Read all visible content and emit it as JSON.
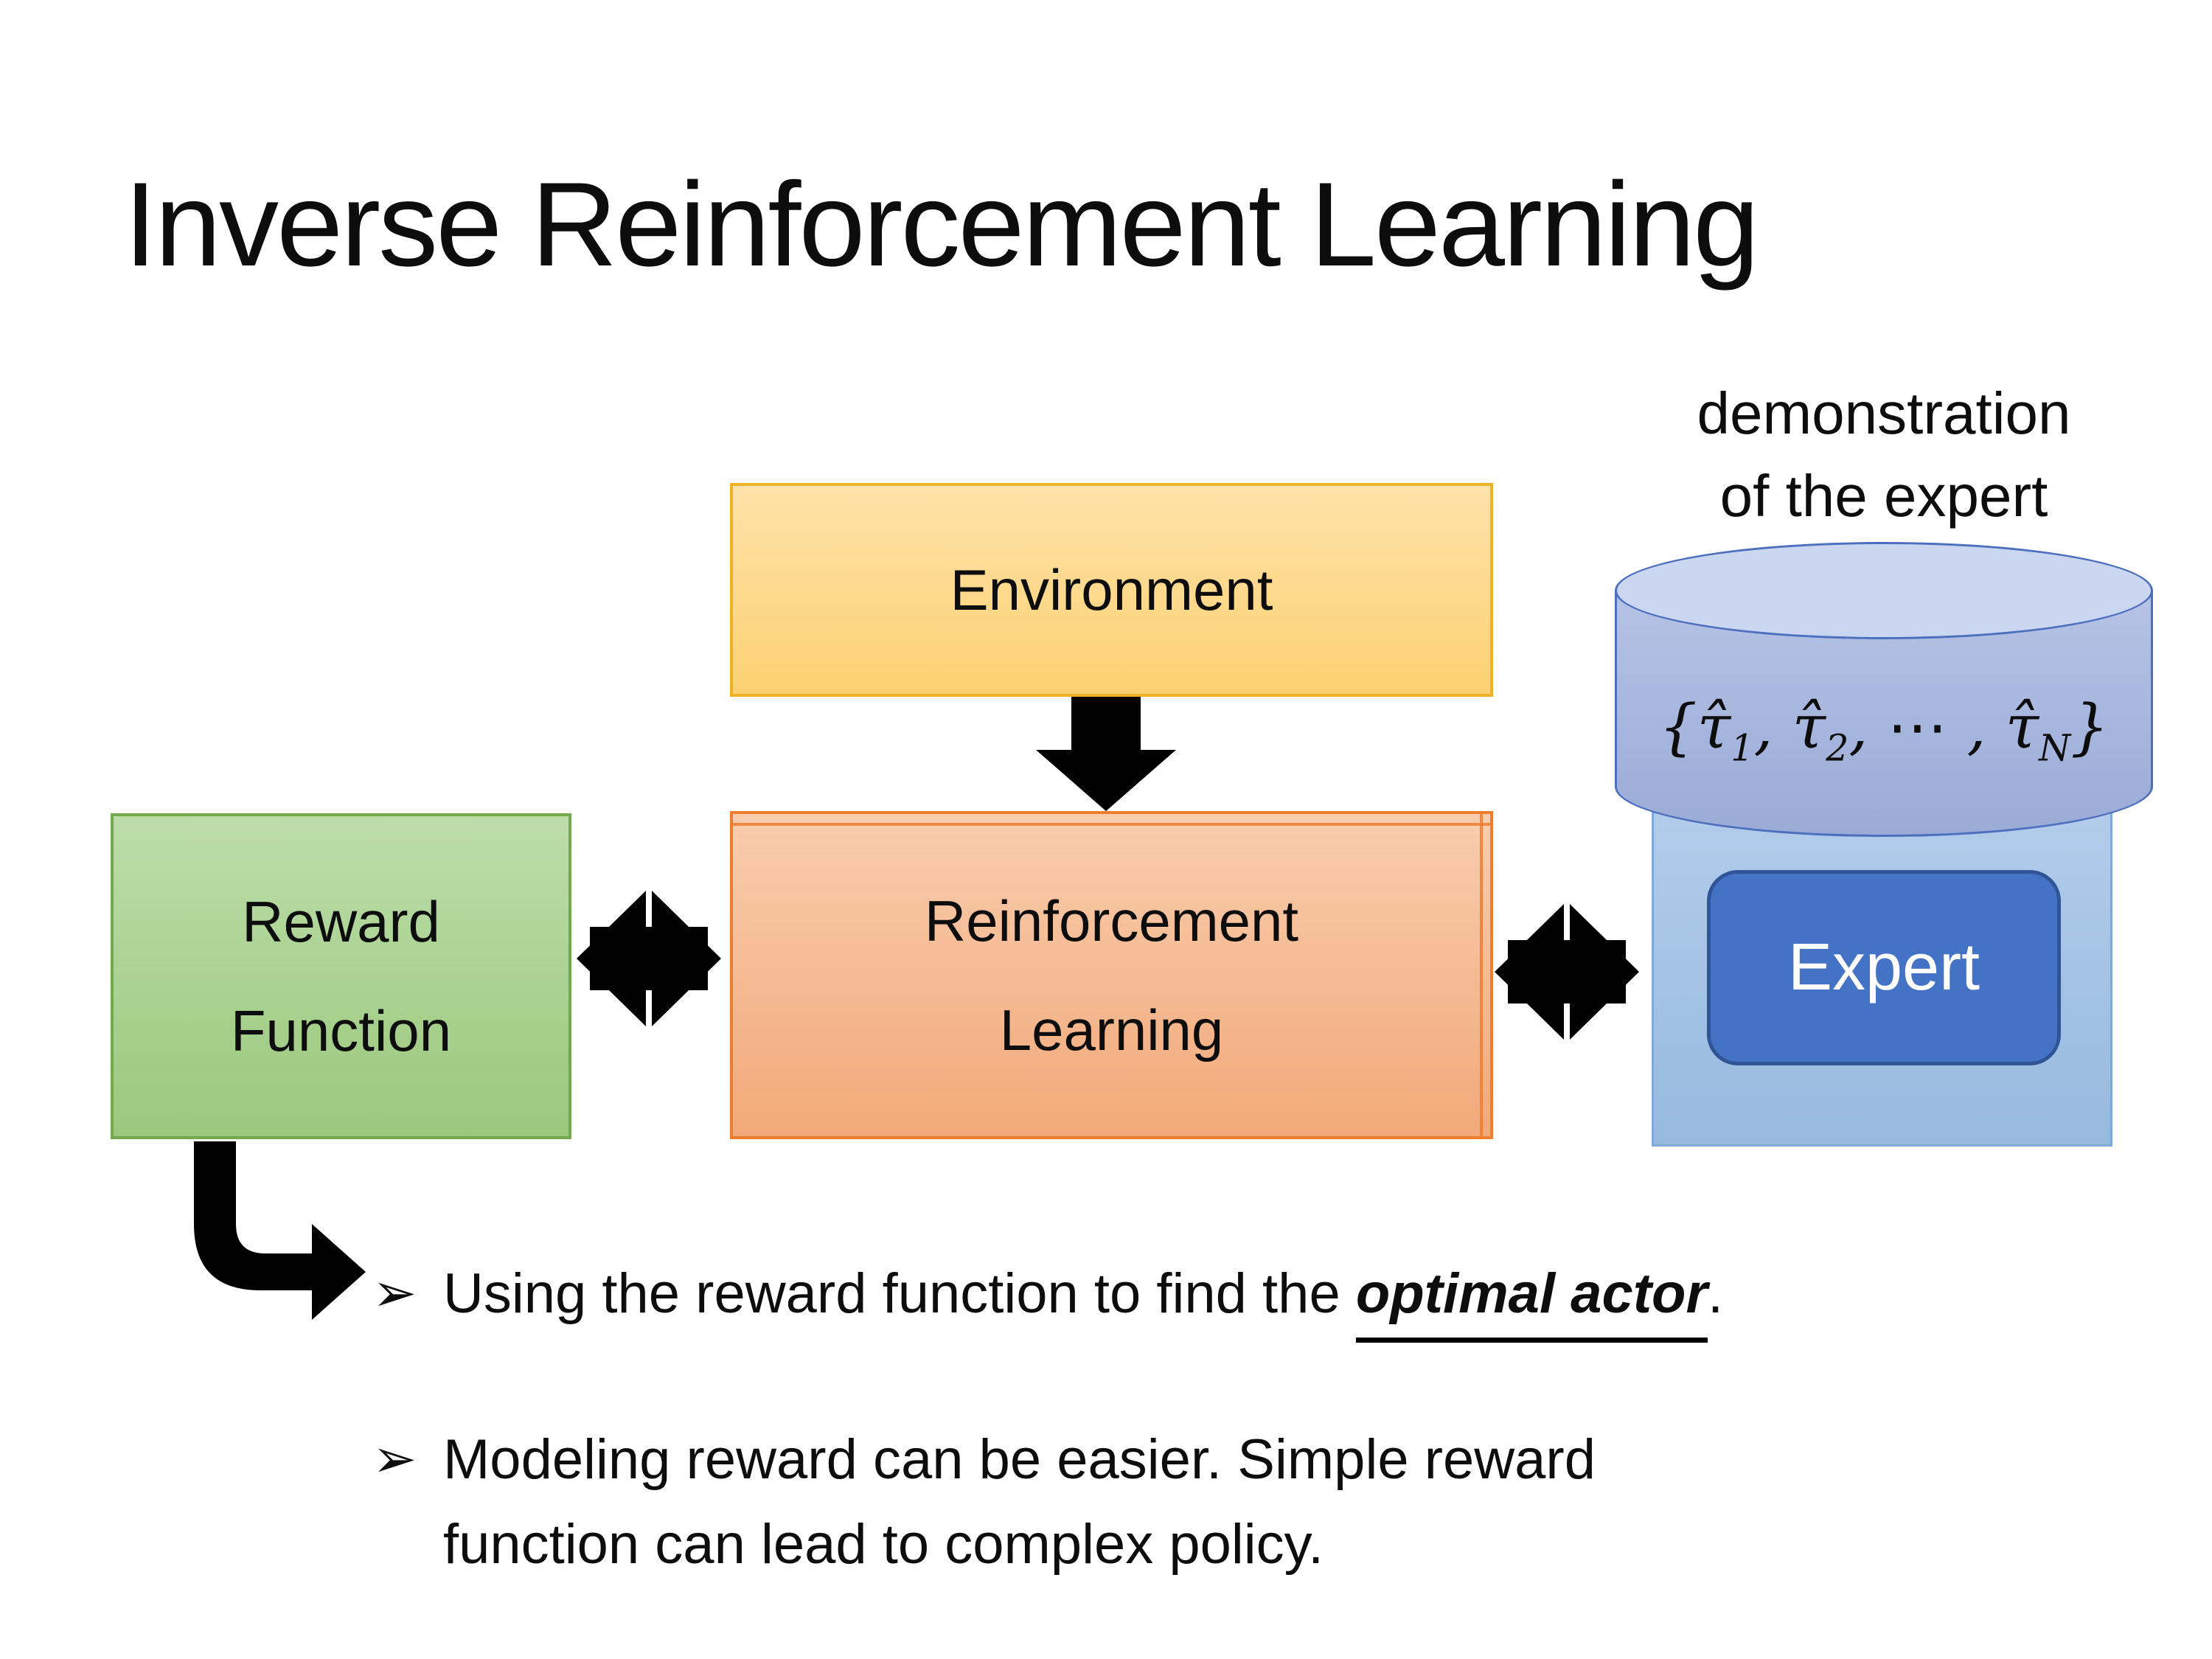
{
  "slide": {
    "title": "Inverse Reinforcement Learning"
  },
  "diagram": {
    "environment": {
      "label": "Environment"
    },
    "reward_function": {
      "line1": "Reward",
      "line2": "Function"
    },
    "reinforcement_learning": {
      "line1": "Reinforcement",
      "line2": "Learning"
    },
    "expert": {
      "label": "Expert"
    },
    "demonstration_caption": {
      "line1": "demonstration",
      "line2": "of the expert"
    },
    "dataset_formula": {
      "open": "{",
      "tau1": "τ̂",
      "sub1": "1",
      "sep1": ", ",
      "tau2": "τ̂",
      "sub2": "2",
      "sep2": ", ⋯ , ",
      "tauN": "τ̂",
      "subN": "N",
      "close": "}"
    }
  },
  "bullets": {
    "marker": "➢",
    "item1": {
      "pre": "Using the reward function to find the ",
      "emphasis": "optimal actor",
      "post": "."
    },
    "item2": {
      "line1": "Modeling reward can be easier. Simple reward",
      "line2": "function can lead to complex policy."
    }
  },
  "colors": {
    "environment_fill": "#FCD172",
    "environment_border": "#EDB226",
    "reward_fill": "#A9D18E",
    "reward_border": "#72A94D",
    "rl_fill": "#F4B183",
    "rl_border": "#ED7D31",
    "cylinder_fill": "#A9B8DF",
    "cylinder_border": "#4C6FBE",
    "panel_fill": "#A5C6E9",
    "expert_fill": "#4472C4",
    "expert_border": "#2F5597",
    "arrow_color": "#000000",
    "text_color": "#0D0D0D"
  }
}
